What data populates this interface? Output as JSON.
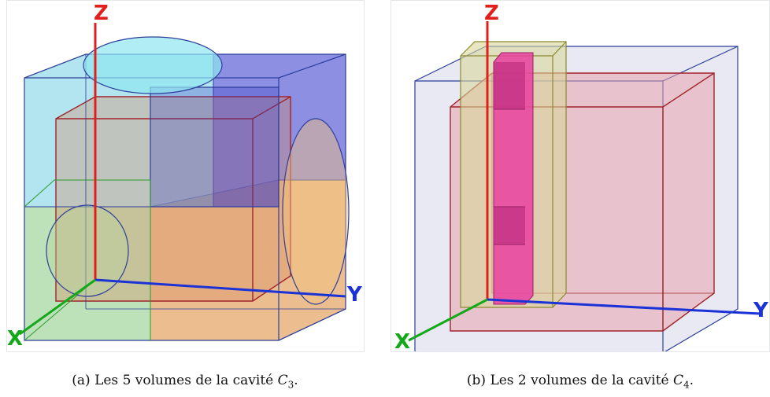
{
  "panels": [
    {
      "caption_prefix": "(a) Les 5 volumes de la cavité ",
      "caption_symbol": "C",
      "caption_subscript": "3",
      "caption_suffix": ".",
      "axes": {
        "z": "Z",
        "y": "Y",
        "x": "X"
      },
      "volume_count": 5
    },
    {
      "caption_prefix": "(b) Les 2 volumes de la cavité ",
      "caption_symbol": "C",
      "caption_subscript": "4",
      "caption_suffix": ".",
      "axes": {
        "z": "Z",
        "y": "Y",
        "x": "X"
      },
      "volume_count": 2
    }
  ],
  "colors": {
    "axis_z": "#e0201c",
    "axis_y": "#1b33d6",
    "axis_x": "#15a81a",
    "outline_blue": "#2c3e9a",
    "outline_red": "#a0242a",
    "cyan_fill": "#7fd3e6",
    "violet_fill": "#5b5fd6",
    "green_fill": "#a7d7a0",
    "orange_fill": "#e6a86a",
    "pink_fill": "#ea3fa0",
    "olive_fill": "#d9d79a",
    "lavender_fill": "#dfe0ef",
    "rose_fill": "#e8a4ad"
  }
}
